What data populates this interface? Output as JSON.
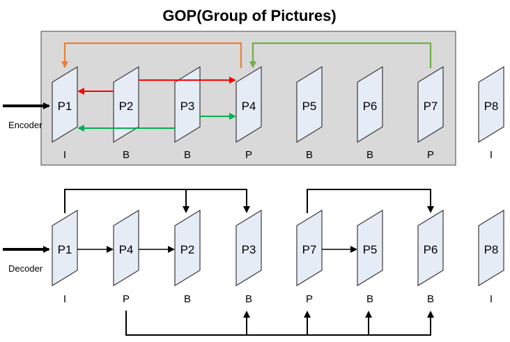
{
  "title": "GOP(Group of Pictures)",
  "encoder": {
    "label": "Encoder",
    "frames": [
      {
        "name": "P1",
        "type": "I"
      },
      {
        "name": "P2",
        "type": "B"
      },
      {
        "name": "P3",
        "type": "B"
      },
      {
        "name": "P4",
        "type": "P"
      },
      {
        "name": "P5",
        "type": "B"
      },
      {
        "name": "P6",
        "type": "B"
      },
      {
        "name": "P7",
        "type": "P"
      },
      {
        "name": "P8",
        "type": "I"
      }
    ]
  },
  "decoder": {
    "label": "Decoder",
    "frames": [
      {
        "name": "P1",
        "type": "I"
      },
      {
        "name": "P4",
        "type": "P"
      },
      {
        "name": "P2",
        "type": "B"
      },
      {
        "name": "P3",
        "type": "B"
      },
      {
        "name": "P7",
        "type": "P"
      },
      {
        "name": "P5",
        "type": "B"
      },
      {
        "name": "P6",
        "type": "B"
      },
      {
        "name": "P8",
        "type": "I"
      }
    ]
  },
  "colors": {
    "gop_box_fill": "#d9d9d9",
    "frame_fill": "#e6ecf6",
    "orange_arrow": "#ed7d31",
    "green_arrow_top": "#70ad47",
    "red_arrow": "#ff0000",
    "green_arrow": "#00b050",
    "black_arrow": "#000000"
  }
}
